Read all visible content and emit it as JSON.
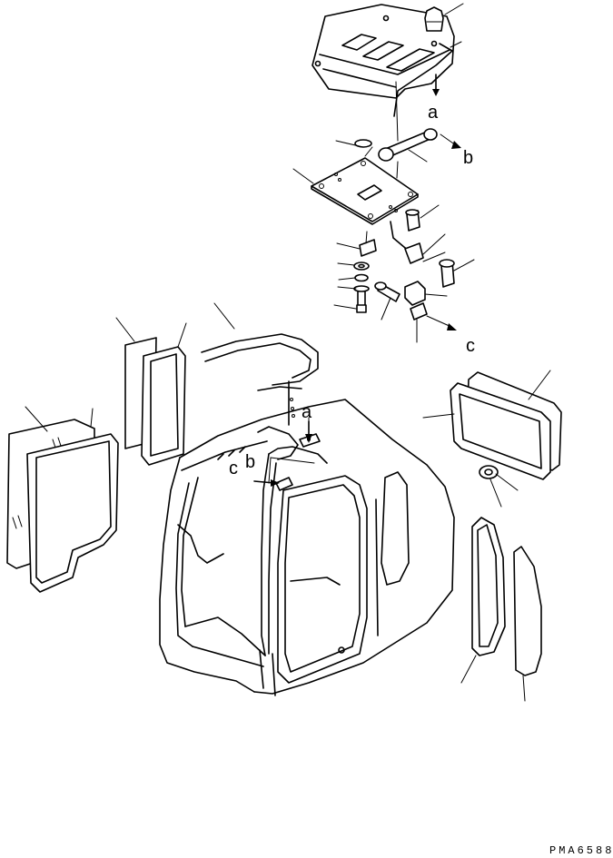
{
  "diagram": {
    "drawing_code": "PMA6588",
    "callout_letters": {
      "a_top": "a",
      "b_top": "b",
      "c_right": "c",
      "a_cab": "a",
      "b_cab": "b",
      "c_cab": "c"
    }
  }
}
